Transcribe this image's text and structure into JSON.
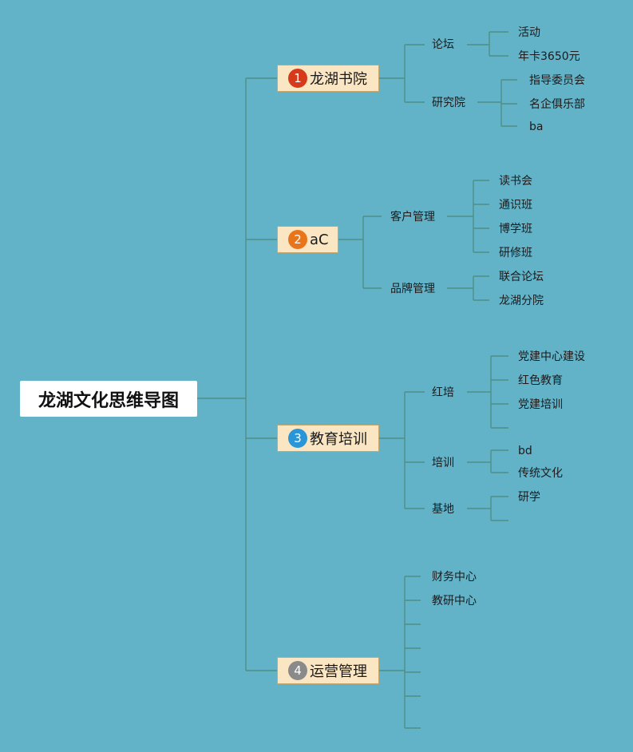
{
  "root": {
    "label": "龙湖文化思维导图"
  },
  "colors": {
    "background": "#62b2c8",
    "connector": "#4f8f86",
    "branch_fill": "#fbe6c3",
    "branch_border": "#c9a56a",
    "badge_1": "#d63a1a",
    "badge_2": "#e8751c",
    "badge_3": "#2a96d8",
    "badge_4": "#8a8a8a"
  },
  "branches": [
    {
      "number": "1",
      "label": "龙湖书院",
      "children": [
        {
          "label": "论坛",
          "children": [
            "活动",
            "年卡3650元"
          ]
        },
        {
          "label": "研究院",
          "children": [
            "指导委员会",
            "名企俱乐部",
            "ba"
          ]
        }
      ]
    },
    {
      "number": "2",
      "label": "aC",
      "children": [
        {
          "label": "客户管理",
          "children": [
            "读书会",
            "通识班",
            "博学班",
            "研修班"
          ]
        },
        {
          "label": "品牌管理",
          "children": [
            "联合论坛",
            "龙湖分院"
          ]
        }
      ]
    },
    {
      "number": "3",
      "label": "教育培训",
      "children": [
        {
          "label": "红培",
          "children": [
            "党建中心建设",
            "红色教育",
            "党建培训",
            ""
          ]
        },
        {
          "label": "培训",
          "children": [
            "bd",
            "传统文化"
          ]
        },
        {
          "label": "基地",
          "children": [
            "研学",
            ""
          ]
        }
      ]
    },
    {
      "number": "4",
      "label": "运营管理",
      "children": [
        {
          "label": "财务中心"
        },
        {
          "label": "教研中心"
        },
        {
          "label": ""
        },
        {
          "label": ""
        },
        {
          "label": ""
        },
        {
          "label": ""
        },
        {
          "label": ""
        }
      ]
    }
  ]
}
